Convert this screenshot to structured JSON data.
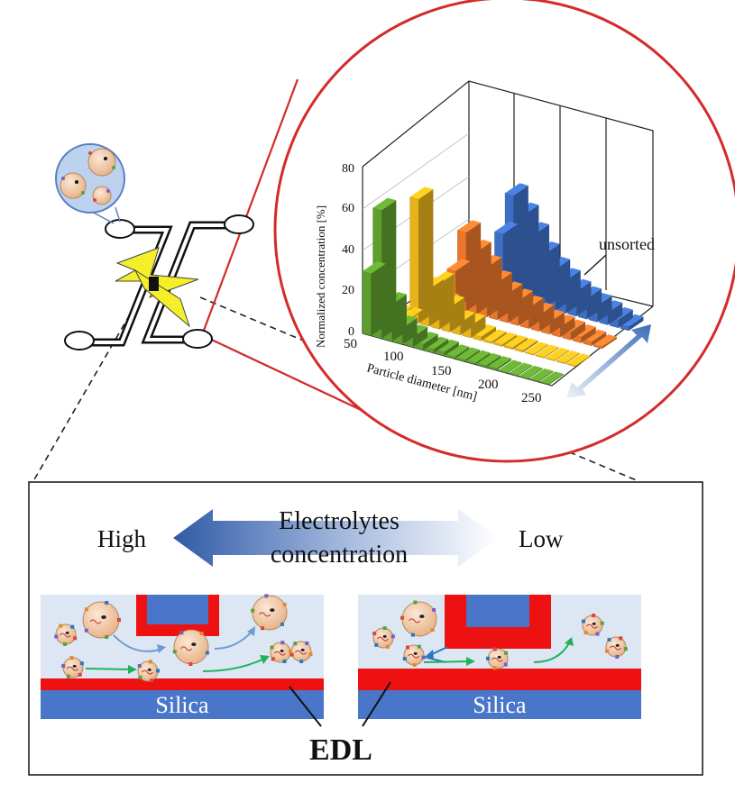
{
  "colors": {
    "circle_border": "#d42b2b",
    "green": "#5e9e2e",
    "yellow": "#e8b21a",
    "orange": "#e9762b",
    "blue": "#3f6fc5",
    "edl_red": "#ee1111",
    "silica_blue": "#4a76c9",
    "channel_bg": "#dce7f3"
  },
  "chart_data": {
    "type": "bar",
    "chart_style": "3d-histogram",
    "ylabel": "Normalized concentration [%]",
    "xlabel": "Particle diameter [nm]",
    "ylim": [
      0,
      80
    ],
    "yticks": [
      "0",
      "20",
      "40",
      "60",
      "80"
    ],
    "xticks": [
      "50",
      "100",
      "150",
      "200",
      "250"
    ],
    "annotation": "unsorted",
    "series": [
      {
        "color": "green",
        "values": [
          30,
          62,
          18,
          8,
          5,
          3,
          2,
          2,
          1,
          1,
          1,
          1,
          1,
          0.5,
          0.5,
          0.5,
          0.5,
          0.5
        ]
      },
      {
        "color": "yellow",
        "values": [
          0,
          0,
          60,
          18,
          22,
          12,
          6,
          6,
          2,
          1,
          1,
          1,
          1,
          0.5,
          0.5,
          0.5,
          0.5,
          0.5
        ]
      },
      {
        "color": "orange",
        "values": [
          0,
          0,
          0,
          18,
          38,
          30,
          24,
          18,
          14,
          12,
          10,
          8,
          6,
          5,
          4,
          3,
          2,
          1
        ]
      },
      {
        "color": "blue",
        "values": [
          0,
          0,
          0,
          0,
          0,
          30,
          50,
          42,
          34,
          26,
          20,
          16,
          12,
          10,
          8,
          6,
          4,
          2
        ]
      }
    ]
  },
  "labels": {
    "high": "High",
    "low": "Low",
    "electrolytes": "Electrolytes",
    "concentration": "concentration",
    "silica_left": "Silica",
    "silica_right": "Silica",
    "edl": "EDL"
  }
}
